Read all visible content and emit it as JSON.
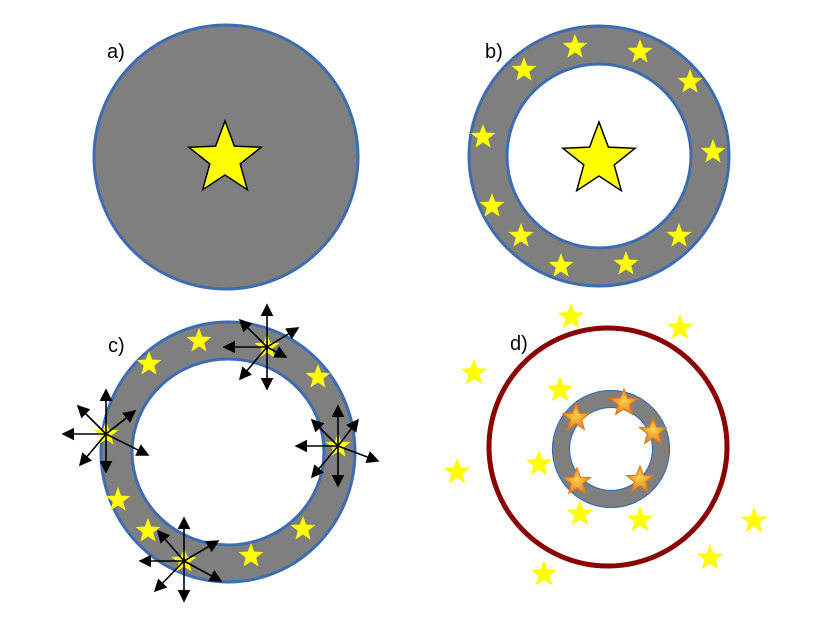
{
  "panels": [
    {
      "id": "a",
      "label": "a)"
    },
    {
      "id": "b",
      "label": "b)"
    },
    {
      "id": "c",
      "label": "c)"
    },
    {
      "id": "d",
      "label": "d)"
    }
  ],
  "colors": {
    "disc_fill": "#7f7f7f",
    "disc_stroke": "#3d6cb3",
    "star_yellow": "#ffff00",
    "star_orange": "#f6a623",
    "big_ring": "#8b0000",
    "arrow": "#000000"
  }
}
